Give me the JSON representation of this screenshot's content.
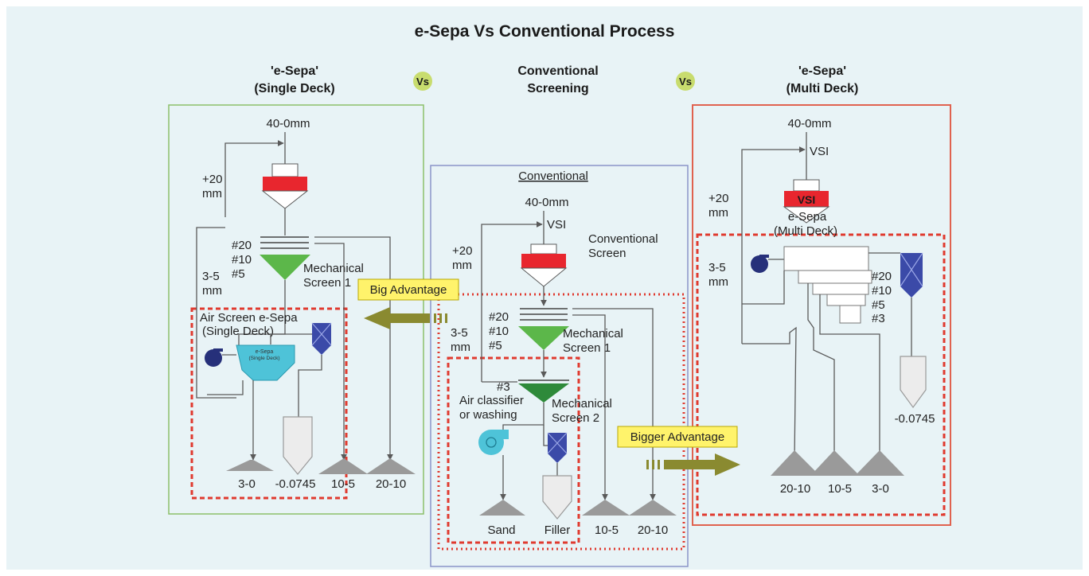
{
  "title": "e-Sepa Vs Conventional Process",
  "columns": {
    "left_head": [
      "'e-Sepa'",
      "(Single Deck)"
    ],
    "mid_head": [
      "Conventional",
      "Screening"
    ],
    "right_head": [
      "'e-Sepa'",
      "(Multi Deck)"
    ],
    "vs": "Vs"
  },
  "left": {
    "feed": "40-0mm",
    "recycle": [
      "+20",
      "mm"
    ],
    "mesh": [
      "#20",
      "#10",
      "#5"
    ],
    "screen": [
      "Mechanical",
      "Screen 1"
    ],
    "fines": [
      "3-5",
      "mm"
    ],
    "air_screen": [
      "Air Screen e-Sepa",
      "(Single Deck)"
    ],
    "unit": [
      "e-Sepa",
      "(Single Deck)"
    ],
    "products": [
      "3-0",
      "-0.0745",
      "10-5",
      "20-10"
    ]
  },
  "middle": {
    "label": "Conventional",
    "feed": "40-0mm",
    "vsi": "VSI",
    "recycle": [
      "+20",
      "mm"
    ],
    "screen_label": [
      "Conventional",
      "Screen"
    ],
    "mesh1": [
      "#20",
      "#10",
      "#5"
    ],
    "fines": [
      "3-5",
      "mm"
    ],
    "screen1": [
      "Mechanical",
      "Screen 1"
    ],
    "mesh2": "#3",
    "classifier": [
      "Air classifier",
      "or washing"
    ],
    "screen2": [
      "Mechanical",
      "Screen 2"
    ],
    "products": [
      "Sand",
      "Filler",
      "10-5",
      "20-10"
    ]
  },
  "right": {
    "feed": "40-0mm",
    "vsi_in": "VSI",
    "vsi_box": "VSI",
    "recycle": [
      "+20",
      "mm"
    ],
    "unit": [
      "e-Sepa",
      "(Multi Deck)"
    ],
    "fines": [
      "3-5",
      "mm"
    ],
    "mesh": [
      "#20",
      "#10",
      "#5",
      "#3"
    ],
    "filler": "-0.0745",
    "products": [
      "20-10",
      "10-5",
      "3-0"
    ]
  },
  "callouts": {
    "big": "Big Advantage",
    "bigger": "Bigger Advantage"
  },
  "colors": {
    "background": "#e8f3f6",
    "left_frame": "#8cc06a",
    "mid_frame": "#8a95c8",
    "right_frame": "#e0624f",
    "red_dash": "#e03a2f",
    "vs_circle": "#c8dc6e",
    "callout_fill": "#fff36b",
    "arrow": "#8a8a30",
    "crusher_red": "#e8262e",
    "screen_green": "#5cb74a",
    "blue_collector": "#3b4aa8",
    "cyan_unit": "#4ec3d8",
    "fan_dark": "#26307a"
  }
}
